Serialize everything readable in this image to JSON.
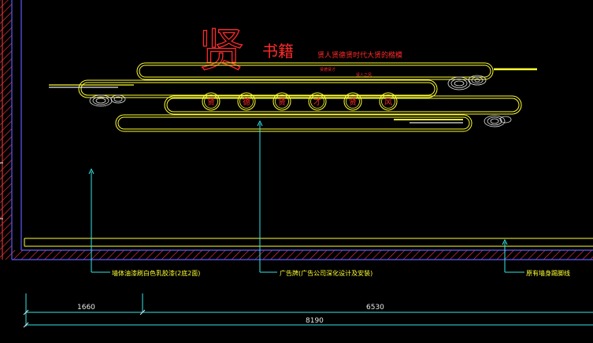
{
  "colors": {
    "background": "#000000",
    "wall_line": "#5a5aff",
    "hatch": "#ff3b3b",
    "red": "#ff2a2a",
    "yellow": "#ffff33",
    "white": "#e8e8e8",
    "cyan": "#33e6e6"
  },
  "title": {
    "big_char": "贤",
    "subtitle": "书籍",
    "caption": "贤人贤德贤时代大贤的楷模",
    "small_left": "贤德贤才",
    "small_right": "贤人之风"
  },
  "circle_chars": [
    "贤",
    "德",
    "贤",
    "才",
    "贤",
    "风"
  ],
  "callouts": [
    {
      "label": "墙体油漆刷白色乳胶漆(2底2面)"
    },
    {
      "label": "广告牌(广告公司深化设计及安装)"
    },
    {
      "label": "原有墙身踢脚线"
    }
  ],
  "dimensions": {
    "left": "1660",
    "right": "6530",
    "total": "8190"
  }
}
